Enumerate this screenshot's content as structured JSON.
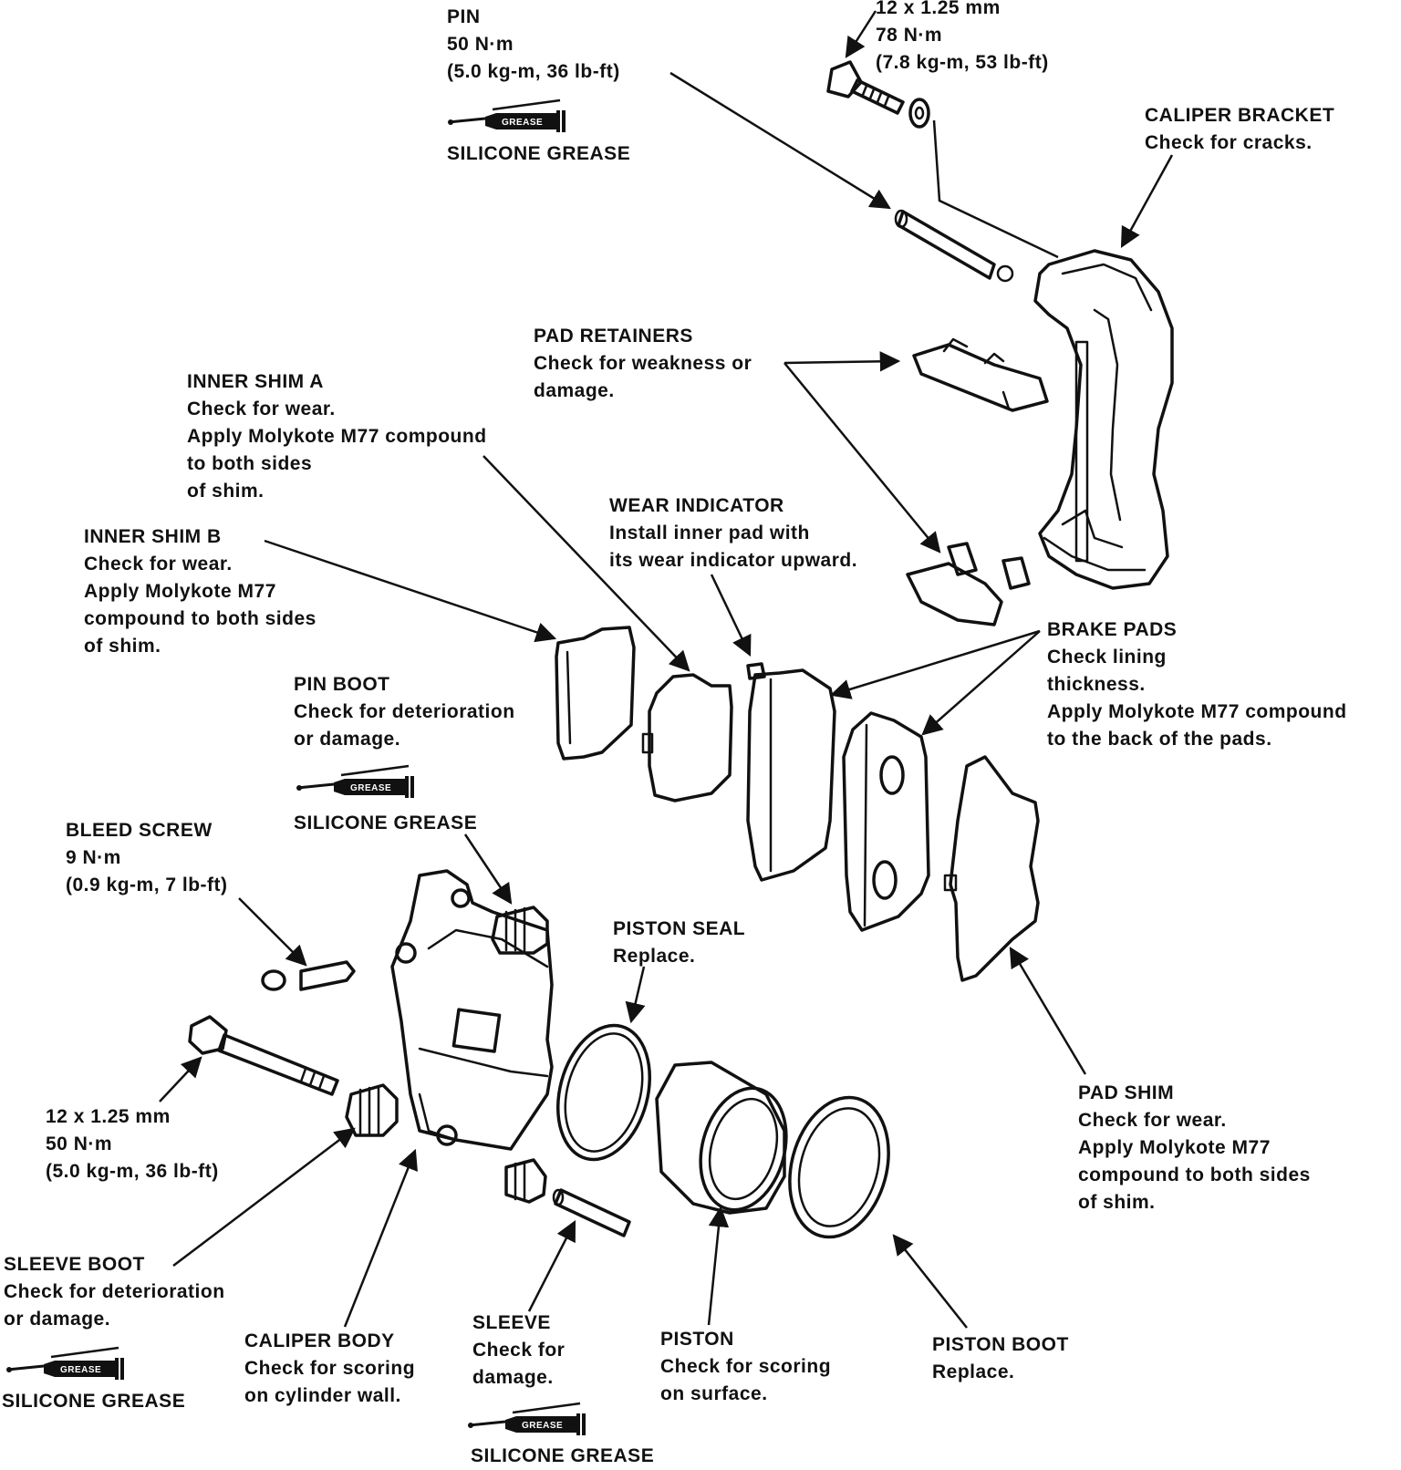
{
  "labels": {
    "pin": {
      "title": "PIN",
      "lines": [
        "50 N·m",
        "(5.0 kg-m, 36 lb-ft)"
      ]
    },
    "pin_grease": "SILICONE GREASE",
    "bolt_top": {
      "title": "12 x 1.25 mm",
      "lines": [
        "78 N·m",
        "(7.8 kg-m, 53 lb-ft)"
      ]
    },
    "caliper_bracket": {
      "title": "CALIPER BRACKET",
      "lines": [
        "Check for cracks."
      ]
    },
    "pad_retainers": {
      "title": "PAD RETAINERS",
      "lines": [
        "Check for weakness or",
        "damage."
      ]
    },
    "inner_shim_a": {
      "title": "INNER SHIM A",
      "lines": [
        "Check for wear.",
        "Apply Molykote M77 compound",
        "to both sides",
        "of shim."
      ]
    },
    "wear_indicator": {
      "title": "WEAR INDICATOR",
      "lines": [
        "Install inner pad with",
        "its wear indicator upward."
      ]
    },
    "inner_shim_b": {
      "title": "INNER SHIM B",
      "lines": [
        "Check for wear.",
        "Apply Molykote M77",
        "compound to both sides",
        "of shim."
      ]
    },
    "brake_pads": {
      "title": "BRAKE PADS",
      "lines": [
        "Check lining",
        "thickness.",
        "Apply Molykote M77 compound",
        "to the back of the pads."
      ]
    },
    "pin_boot": {
      "title": "PIN BOOT",
      "lines": [
        "Check for deterioration",
        "or damage."
      ]
    },
    "pin_boot_grease": "SILICONE GREASE",
    "bleed_screw": {
      "title": "BLEED SCREW",
      "lines": [
        "9 N·m",
        "(0.9 kg-m, 7 lb-ft)"
      ]
    },
    "piston_seal": {
      "title": "PISTON SEAL",
      "lines": [
        "Replace."
      ]
    },
    "bolt_bottom": {
      "title": "12 x 1.25 mm",
      "lines": [
        "50 N·m",
        "(5.0 kg-m, 36 lb-ft)"
      ]
    },
    "pad_shim": {
      "title": "PAD SHIM",
      "lines": [
        "Check for wear.",
        "Apply Molykote M77",
        "compound to both sides",
        "of shim."
      ]
    },
    "sleeve_boot": {
      "title": "SLEEVE BOOT",
      "lines": [
        "Check for deterioration",
        "or damage."
      ]
    },
    "sleeve_boot_grease": "SILICONE GREASE",
    "caliper_body": {
      "title": "CALIPER BODY",
      "lines": [
        "Check for scoring",
        "on cylinder wall."
      ]
    },
    "sleeve": {
      "title": "SLEEVE",
      "lines": [
        "Check for",
        "damage."
      ]
    },
    "sleeve_grease": "SILICONE GREASE",
    "piston": {
      "title": "PISTON",
      "lines": [
        "Check for scoring",
        "on surface."
      ]
    },
    "piston_boot": {
      "title": "PISTON BOOT",
      "lines": [
        "Replace."
      ]
    }
  },
  "grease_tube_label": "GREASE"
}
